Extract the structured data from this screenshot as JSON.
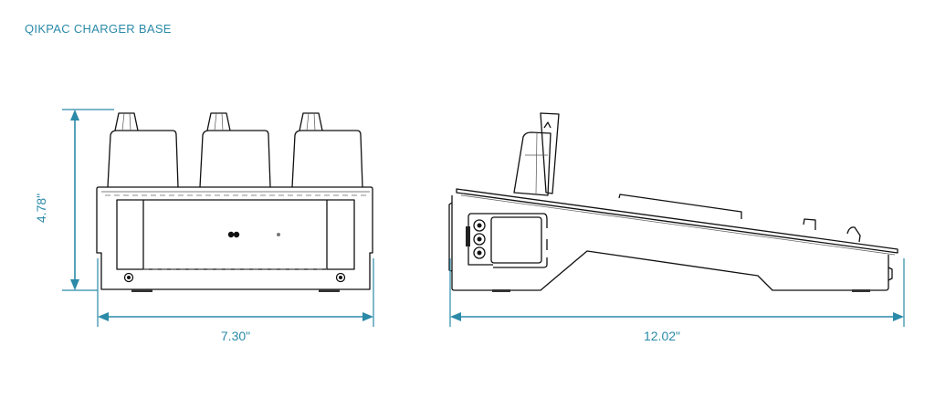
{
  "title": "QIKPAC CHARGER BASE",
  "front_view": {
    "height_label": "4.78\"",
    "width_label": "7.30\""
  },
  "side_view": {
    "length_label": "12.02\""
  },
  "colors": {
    "accent": "#2b8aa8",
    "line": "#111111"
  }
}
